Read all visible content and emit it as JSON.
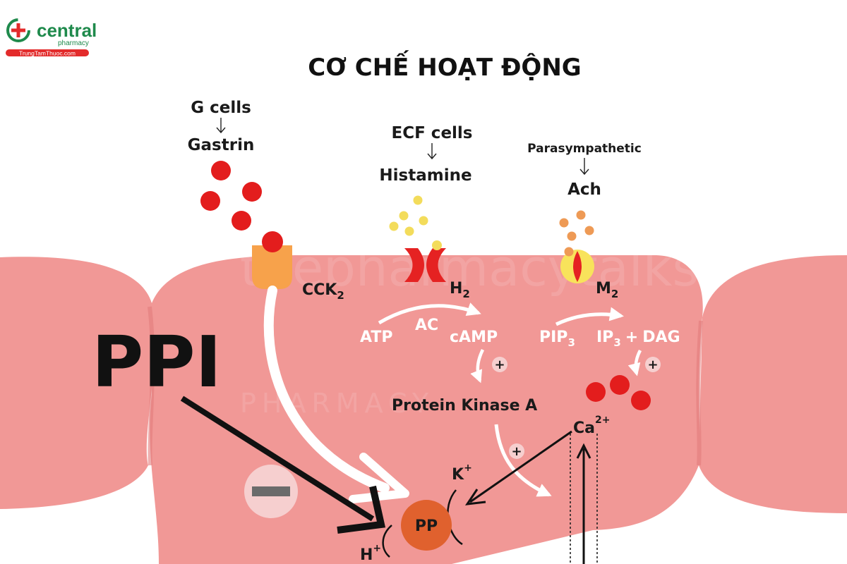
{
  "logo": {
    "name": "central",
    "sub": "pharmacy",
    "url": "TrungTamThuoc.com"
  },
  "title": "CƠ CHẾ HOẠT ĐỘNG",
  "watermark": {
    "text": "thepharmacytalks",
    "sub": "PHARMACY"
  },
  "pathways": {
    "gastrin": {
      "source": "G cells",
      "ligand": "Gastrin",
      "receptor": "CCK",
      "receptor_sub": "2"
    },
    "histamine": {
      "source": "ECF cells",
      "ligand": "Histamine",
      "receptor": "H",
      "receptor_sub": "2"
    },
    "ach": {
      "source": "Parasympathetic",
      "ligand": "Ach",
      "receptor": "M",
      "receptor_sub": "2"
    }
  },
  "camp_path": {
    "substrate": "ATP",
    "enzyme": "AC",
    "product": "cAMP",
    "kinase": "Protein Kinase A"
  },
  "ip3_path": {
    "substrate": "PIP",
    "substrate_sub": "3",
    "product_a": "IP",
    "product_a_sub": "3",
    "plus": "+",
    "product_b": "DAG"
  },
  "calcium": {
    "label": "Ca",
    "charge": "2+"
  },
  "potassium": {
    "label": "K",
    "charge": "+"
  },
  "hydrogen": {
    "label": "H",
    "charge": "+"
  },
  "pump": {
    "label": "PP"
  },
  "drug": {
    "label": "PPI"
  },
  "stimulate_sign": "+",
  "colors": {
    "cell": "#f19896",
    "cell_edge": "#e37b7b",
    "gastrin_dot": "#e31d1d",
    "histamine_dot": "#f3dc5b",
    "ach_dot": "#ee9a55",
    "cck_receptor": "#f7a24b",
    "h2_receptor": "#e52222",
    "m2_outer": "#f8e35b",
    "m2_inner": "#e52222",
    "pump": "#e0612e",
    "calcium_dot": "#e31d1d",
    "brand_green": "#1f8a4c",
    "brand_red": "#e32b2b"
  }
}
